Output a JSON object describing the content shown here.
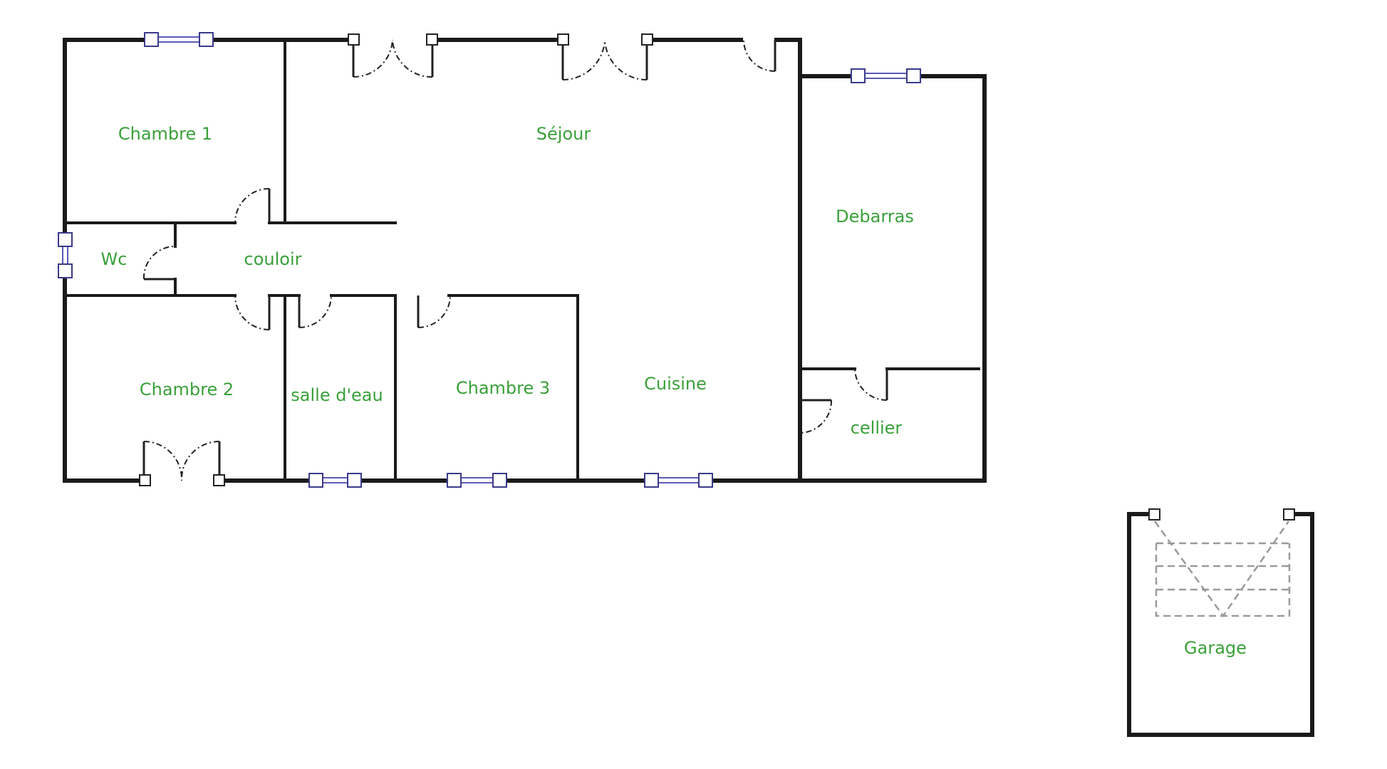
{
  "colors": {
    "wall": "#1a1a1a",
    "label": "#3aa03a",
    "window": "#3a3a8a",
    "garage_door_dash": "#9a9a9a"
  },
  "rooms": {
    "chambre_1": "Chambre 1",
    "sejour": "Séjour",
    "debarras": "Debarras",
    "wc": "Wc",
    "couloir": "couloir",
    "chambre_2": "Chambre 2",
    "salle_deau": "salle d'eau",
    "chambre_3": "Chambre 3",
    "cuisine": "Cuisine",
    "cellier": "cellier",
    "garage": "Garage"
  }
}
